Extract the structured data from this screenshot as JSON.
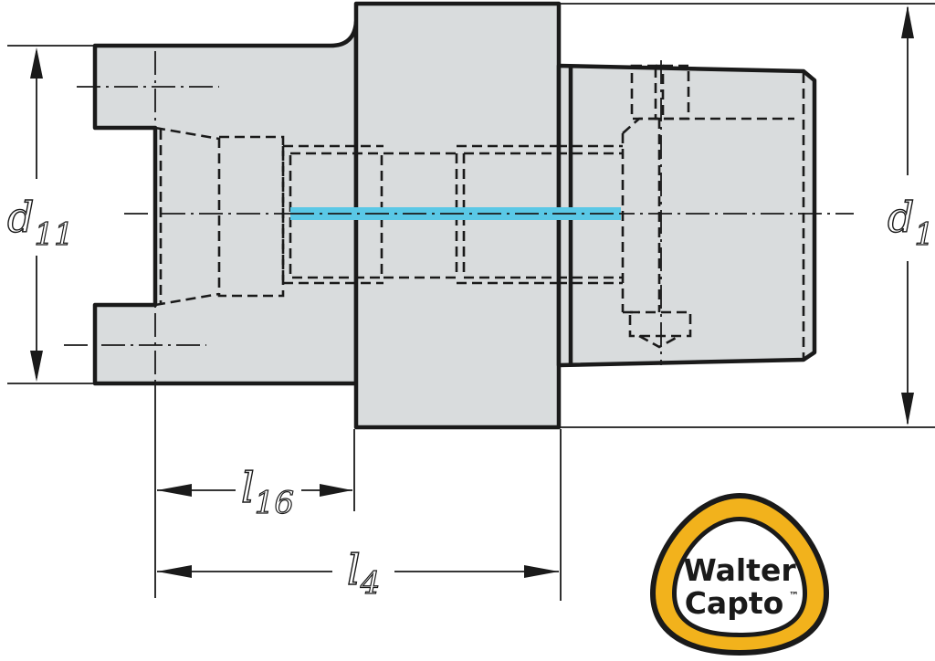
{
  "dimensions": {
    "d11": {
      "main": "d",
      "sub": "11"
    },
    "d1": {
      "main": "d",
      "sub": "1"
    },
    "l16": {
      "main": "l",
      "sub": "16"
    },
    "l4": {
      "main": "l",
      "sub": "4"
    }
  },
  "logo": {
    "line1": "Walter",
    "line2": "Capto",
    "mark": "™"
  },
  "colors": {
    "part_fill": "#d9dcdd",
    "outline": "#1a1a1a",
    "highlight_axis": "#5ac8e6",
    "logo_ring": "#f2b21c"
  }
}
